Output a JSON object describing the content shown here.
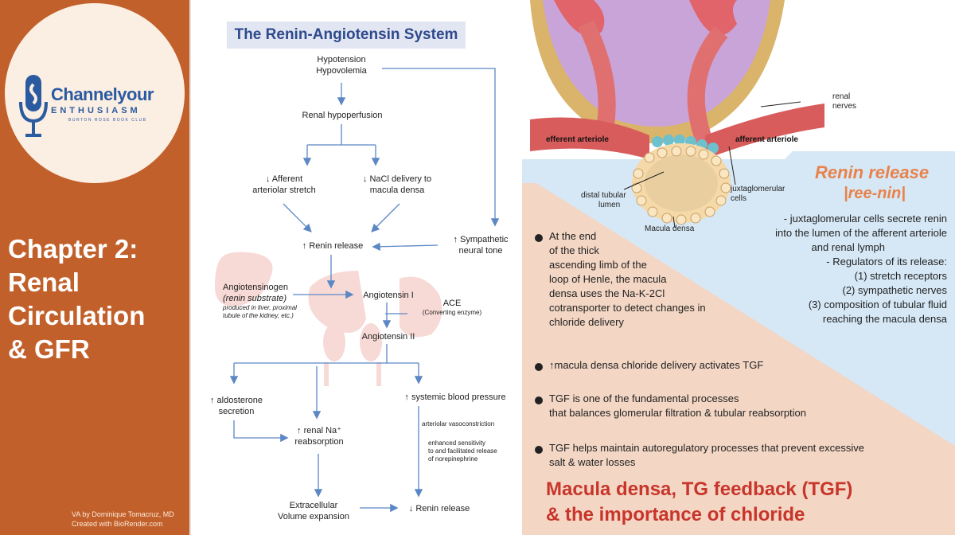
{
  "logo": {
    "brand_main": "Channelyour",
    "brand_sub": "ENTHUSIASM",
    "brand_tag": "BURTON ROSE BOOK CLUB"
  },
  "chapter": {
    "line1": "Chapter 2:",
    "line2": "Renal",
    "line3": "Circulation",
    "line4": "& GFR"
  },
  "credits": {
    "line1": "VA by Dominique Tomacruz, MD",
    "line2": "Created with BioRender.com"
  },
  "flowchart": {
    "title": "The Renin-Angiotensin System",
    "hypo1": "Hypotension",
    "hypo2": "Hypovolemia",
    "renal_hypo": "Renal hypoperfusion",
    "afferent1": "↓ Afferent",
    "afferent2": "arteriolar stretch",
    "nacl1": "↓ NaCl delivery to",
    "nacl2": "macula densa",
    "renin_release": "↑ Renin release",
    "symp1": "↑ Sympathetic",
    "symp2": "neural tone",
    "angiogen": "Angiotensinogen",
    "renin_sub": "(renin substrate)",
    "produced1": "produced in liver, proximal",
    "produced2": "tubule of the kidney, etc.)",
    "ang1": "Angiotensin I",
    "ace": "ACE",
    "ace_sub": "(Converting enzyme)",
    "ang2": "Angiotensin II",
    "aldo1": "↑ aldosterone",
    "aldo2": "secretion",
    "sbp": "↑ systemic blood pressure",
    "vaso": "arteriolar vasoconstriction",
    "sens1": "enhanced sensitivity",
    "sens2": "to and facilitated release",
    "sens3": "of norepinephrine",
    "na1": "↑ renal Na⁺",
    "na2": "reabsorption",
    "ecv1": "Extracellular",
    "ecv2": "Volume expansion",
    "renin_down": "↓ Renin release"
  },
  "anatomy": {
    "renal_nerves1": "renal",
    "renal_nerves2": "nerves",
    "efferent": "efferent arteriole",
    "afferent": "afferent arteriole",
    "distal1": "distal tubular",
    "distal2": "lumen",
    "jg1": "juxtaglomerular",
    "jg2": "cells",
    "macula": "Macula densa"
  },
  "renin_panel": {
    "title": "Renin release",
    "pron": "|ree-nin|",
    "l1": "- juxtaglomerular cells secrete renin",
    "l2": "into the lumen of the afferent arteriole",
    "l3": "and renal lymph",
    "l4": "- Regulators of its release:",
    "l5": "(1) stretch receptors",
    "l6": "(2) sympathetic nerves",
    "l7": "(3) composition of tubular fluid",
    "l8": "reaching the macula densa"
  },
  "bullets": {
    "b1": [
      "At the end",
      "of the thick",
      "ascending limb of the",
      "loop of Henle, the macula",
      "densa uses the Na-K-2Cl",
      "cotransporter to detect changes in",
      "chloride delivery"
    ],
    "b2": "↑macula densa chloride delivery activates TGF",
    "b3a": "TGF is one of the fundamental processes",
    "b3b": "that balances glomerular filtration & tubular reabsorption",
    "b4a": "TGF helps maintain autoregulatory processes that prevent excessive",
    "b4b": "salt & water losses"
  },
  "macula_title": {
    "l1": "Macula densa, TG feedback (TGF)",
    "l2": "& the importance of chloride"
  },
  "colors": {
    "left_panel": "#c1602a",
    "title_blue": "#2e4a8c",
    "arrow_blue": "#5b87c5",
    "renin_orange": "#e8824a",
    "macula_red": "#c8352b",
    "peach": "#f3d6c4",
    "sky": "#d6e8f6"
  }
}
